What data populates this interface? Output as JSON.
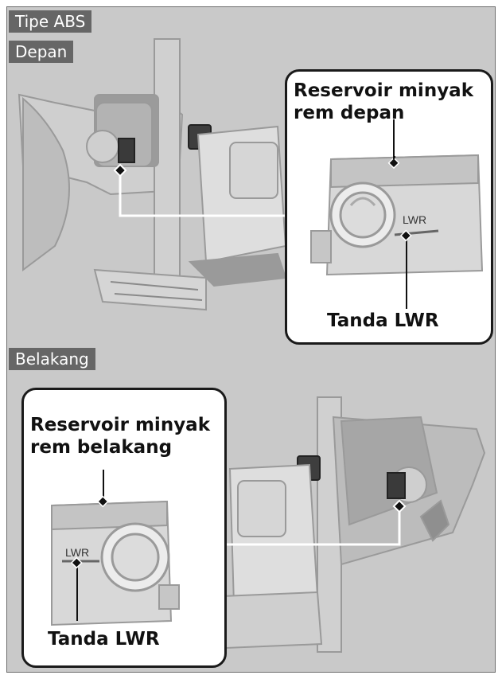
{
  "section_tags": {
    "type": "Tipe ABS",
    "front": "Depan",
    "rear": "Belakang"
  },
  "front_inset": {
    "title_line1": "Reservoir minyak",
    "title_line2": "rem depan",
    "engraved_mark": "LWR",
    "callout": "Tanda LWR"
  },
  "rear_inset": {
    "title_line1": "Reservoir minyak",
    "title_line2": "rem belakang",
    "engraved_mark": "LWR",
    "callout": "Tanda LWR"
  },
  "colors": {
    "background": "#c9c9c9",
    "tag_fill": "#666666",
    "inset_border": "#1a1a1a",
    "leader_line": "#ffffff"
  }
}
